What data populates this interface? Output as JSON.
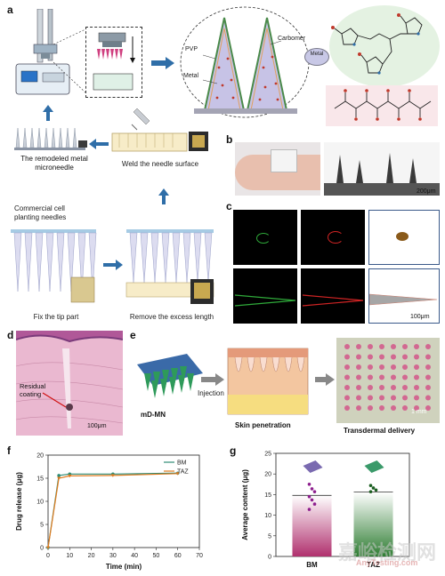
{
  "panels": {
    "a": "a",
    "b": "b",
    "c": "c",
    "d": "d",
    "e": "e",
    "f": "f",
    "g": "g"
  },
  "panel_a": {
    "remodeled_label": "The remodeled metal\nmicroneedle",
    "weld_label": "Weld the needle surface",
    "commercial_label": "Commercial cell\nplanting needles",
    "fix_label": "Fix the tip part",
    "remove_label": "Remove the excess length",
    "pvp_label": "PVP",
    "carbomer_label": "Carbomer",
    "metal_label": "Metal",
    "metal_ion_label": "Metal"
  },
  "panel_b": {
    "scale": "200μm"
  },
  "panel_c": {
    "scale": "100μm"
  },
  "panel_d": {
    "residual": "Residual\ncoating",
    "scale": "100μm"
  },
  "panel_e": {
    "mdmn": "mD-MN",
    "injection": "Injection",
    "skin": "Skin penetration",
    "transdermal": "Transdermal delivery",
    "scale": "1 mm"
  },
  "chart_data": [
    {
      "type": "line",
      "xlabel": "Time (min)",
      "ylabel": "Drug release (μg)",
      "xlim": [
        0,
        70
      ],
      "ylim": [
        0,
        20
      ],
      "xticks": [
        0,
        10,
        20,
        30,
        40,
        50,
        60,
        70
      ],
      "yticks": [
        0,
        5,
        10,
        15,
        20
      ],
      "legend_position": "top-right",
      "series": [
        {
          "name": "BM",
          "color": "#2e8b74",
          "x": [
            0,
            5,
            10,
            30,
            60
          ],
          "y": [
            0,
            15.6,
            15.9,
            15.9,
            16.1
          ]
        },
        {
          "name": "TAZ",
          "color": "#e07b1f",
          "x": [
            0,
            5,
            10,
            30,
            60
          ],
          "y": [
            0,
            15.0,
            15.5,
            15.6,
            16.0
          ]
        }
      ]
    },
    {
      "type": "bar",
      "ylabel": "Average content (μg)",
      "ylim": [
        0,
        25
      ],
      "yticks": [
        0,
        5,
        10,
        15,
        20,
        25
      ],
      "categories": [
        "BM",
        "TAZ"
      ],
      "values": [
        14.8,
        15.6
      ],
      "colors": [
        "#b0306e",
        "#2e7d32"
      ],
      "points": [
        [
          17.5,
          16.4,
          15.7,
          14.5,
          13.7,
          12.7,
          11.4
        ],
        [
          17.2,
          16.6,
          16.1,
          15.7
        ]
      ]
    }
  ],
  "watermark": {
    "cn": "嘉峪检测网",
    "en": "AnyTesting.com"
  }
}
